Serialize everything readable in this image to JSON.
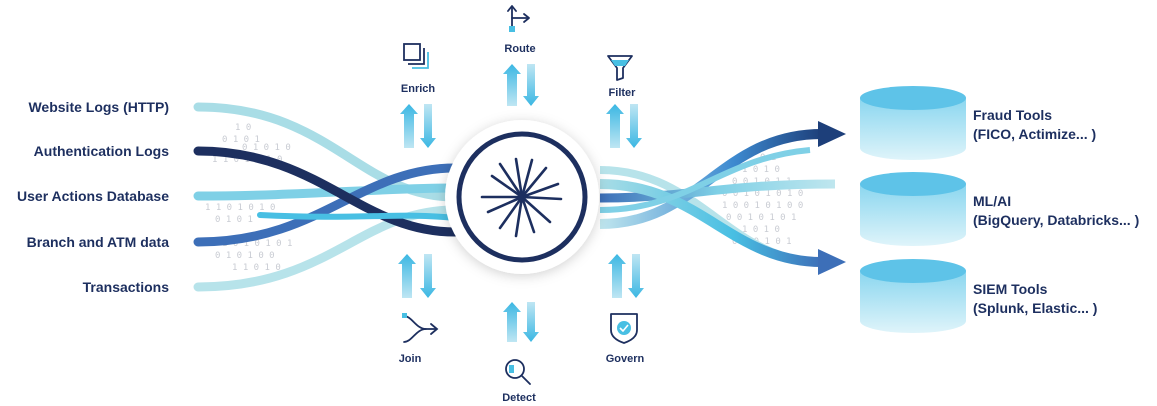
{
  "sources": [
    {
      "label": "Website Logs (HTTP)",
      "color": "#a9dde6"
    },
    {
      "label": "Authentication Logs",
      "color": "#1d2f5f"
    },
    {
      "label": "User Actions Database",
      "color": "#7fd0e6"
    },
    {
      "label": "Branch and ATM data",
      "color": "#3d6fb8"
    },
    {
      "label": "Transactions",
      "color": "#b7e3ea"
    }
  ],
  "operations": {
    "route": "Route",
    "enrich": "Enrich",
    "filter": "Filter",
    "join": "Join",
    "detect": "Detect",
    "govern": "Govern"
  },
  "destinations": [
    {
      "title": "Fraud Tools",
      "subtitle": "(FICO, Actimize... )"
    },
    {
      "title": "ML/AI",
      "subtitle": "(BigQuery, Databricks... )"
    },
    {
      "title": "SIEM Tools",
      "subtitle": "(Splunk, Elastic... )"
    }
  ],
  "binary_text": "0101",
  "colors": {
    "navy": "#1d2f5f",
    "blue": "#3d6fb8",
    "cyan": "#48bfe3",
    "light_cyan": "#a9dde6",
    "arrow_blue": "#5bc3e8"
  },
  "icons": {
    "route": "route-split-icon",
    "enrich": "enrich-copy-icon",
    "filter": "filter-funnel-icon",
    "join": "join-merge-icon",
    "detect": "detect-magnifier-icon",
    "govern": "govern-shield-icon",
    "hub": "cribl-logo-icon"
  }
}
